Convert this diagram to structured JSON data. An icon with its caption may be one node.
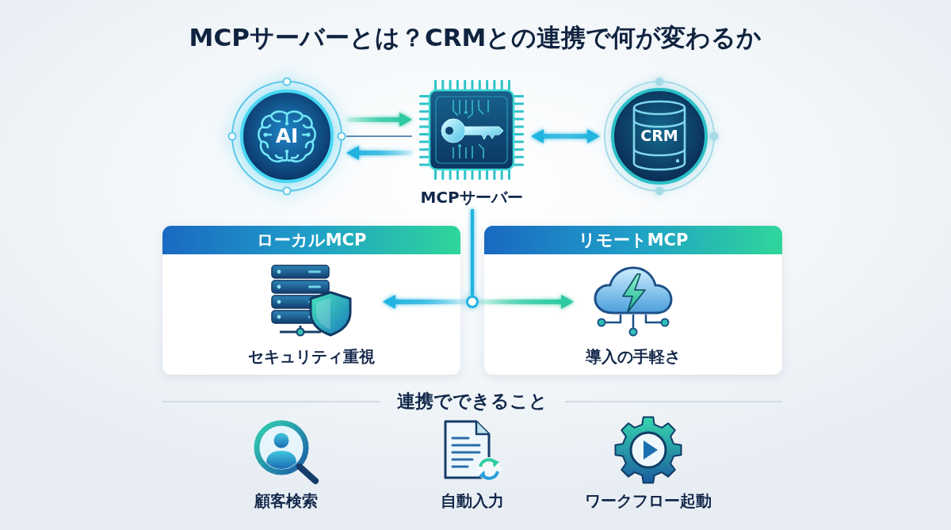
{
  "diagram": {
    "title": "MCPサーバーとは？CRMとの連携で何が変わるか",
    "nodes": [
      {
        "text": [
          "AI"
        ]
      },
      {
        "text": [
          "MCPサーバー"
        ]
      },
      {
        "text": [
          "CRM"
        ]
      },
      {
        "text": [
          "ローカルMCP"
        ]
      },
      {
        "text": [
          "セキュリティ重視"
        ],
        "in": 3
      },
      {
        "text": [
          "リモートMCP"
        ]
      },
      {
        "text": [
          "導入の手軽さ"
        ],
        "in": 5
      },
      {
        "text": [],
        "shape": "circle"
      }
    ],
    "edges": [
      {
        "from": 0,
        "to": 1,
        "arrow": "to",
        "color": "#2dc9a2"
      },
      {
        "from": 1,
        "to": 0,
        "arrow": "to"
      },
      {
        "from": 0,
        "to": 1,
        "arrow": "none",
        "color": "#2f6a9c"
      },
      {
        "from": 1,
        "to": 2,
        "arrow": "both"
      },
      {
        "from": 1,
        "to": 7,
        "arrow": "none"
      },
      {
        "from": 7,
        "to": 4,
        "arrow": "to"
      },
      {
        "from": 7,
        "to": 6,
        "arrow": "to",
        "color": "#2dc9a2"
      }
    ],
    "labels": [
      "連携でできること",
      "顧客検索",
      "自動入力",
      "ワークフロー起動"
    ]
  }
}
